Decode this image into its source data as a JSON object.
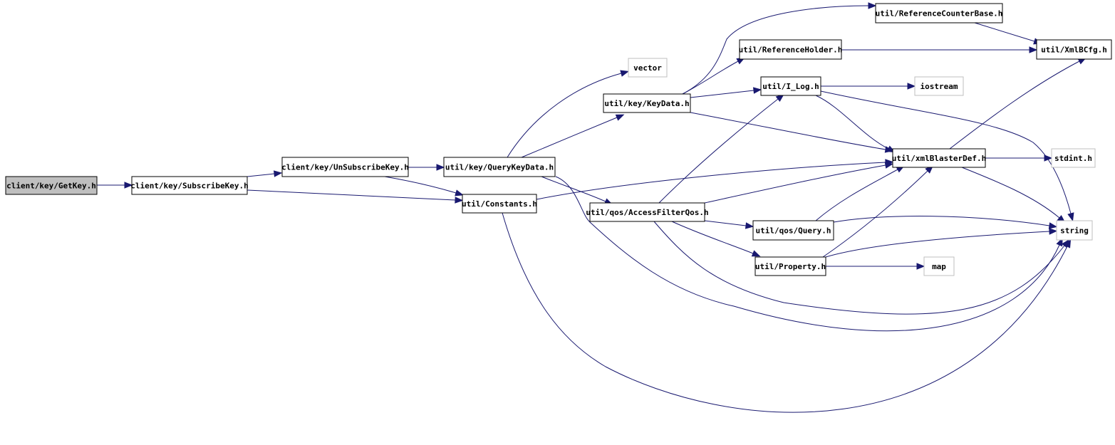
{
  "nodes": [
    {
      "id": "getkey",
      "label": "client/key/GetKey.h",
      "style": "root"
    },
    {
      "id": "subscribekey",
      "label": "client/key/SubscribeKey.h",
      "style": "local"
    },
    {
      "id": "unsubscribekey",
      "label": "client/key/UnSubscribeKey.h",
      "style": "local"
    },
    {
      "id": "querykeydata",
      "label": "util/key/QueryKeyData.h",
      "style": "local"
    },
    {
      "id": "constants",
      "label": "util/Constants.h",
      "style": "local"
    },
    {
      "id": "keydata",
      "label": "util/key/KeyData.h",
      "style": "local"
    },
    {
      "id": "vector",
      "label": "vector",
      "style": "external"
    },
    {
      "id": "accessfilterqos",
      "label": "util/qos/AccessFilterQos.h",
      "style": "local"
    },
    {
      "id": "refcounterbase",
      "label": "util/ReferenceCounterBase.h",
      "style": "local"
    },
    {
      "id": "refholder",
      "label": "util/ReferenceHolder.h",
      "style": "local"
    },
    {
      "id": "ilog",
      "label": "util/I_Log.h",
      "style": "local"
    },
    {
      "id": "query",
      "label": "util/qos/Query.h",
      "style": "local"
    },
    {
      "id": "property",
      "label": "util/Property.h",
      "style": "local"
    },
    {
      "id": "iostream",
      "label": "iostream",
      "style": "external"
    },
    {
      "id": "xmlblasterdef",
      "label": "util/xmlBlasterDef.h",
      "style": "local"
    },
    {
      "id": "map",
      "label": "map",
      "style": "external"
    },
    {
      "id": "xmlbcfg",
      "label": "util/XmlBCfg.h",
      "style": "local"
    },
    {
      "id": "stdint",
      "label": "stdint.h",
      "style": "external"
    },
    {
      "id": "string",
      "label": "string",
      "style": "external"
    }
  ],
  "edges": [
    {
      "from": "getkey",
      "to": "subscribekey"
    },
    {
      "from": "subscribekey",
      "to": "unsubscribekey"
    },
    {
      "from": "subscribekey",
      "to": "constants"
    },
    {
      "from": "unsubscribekey",
      "to": "querykeydata"
    },
    {
      "from": "unsubscribekey",
      "to": "constants"
    },
    {
      "from": "querykeydata",
      "to": "keydata"
    },
    {
      "from": "querykeydata",
      "to": "vector"
    },
    {
      "from": "querykeydata",
      "to": "accessfilterqos"
    },
    {
      "from": "querykeydata",
      "to": "string"
    },
    {
      "from": "constants",
      "to": "xmlblasterdef"
    },
    {
      "from": "constants",
      "to": "string"
    },
    {
      "from": "keydata",
      "to": "refcounterbase"
    },
    {
      "from": "keydata",
      "to": "refholder"
    },
    {
      "from": "keydata",
      "to": "ilog"
    },
    {
      "from": "keydata",
      "to": "xmlblasterdef"
    },
    {
      "from": "refcounterbase",
      "to": "xmlbcfg"
    },
    {
      "from": "refholder",
      "to": "xmlbcfg"
    },
    {
      "from": "accessfilterqos",
      "to": "ilog"
    },
    {
      "from": "accessfilterqos",
      "to": "xmlblasterdef"
    },
    {
      "from": "accessfilterqos",
      "to": "query"
    },
    {
      "from": "accessfilterqos",
      "to": "property"
    },
    {
      "from": "accessfilterqos",
      "to": "string"
    },
    {
      "from": "ilog",
      "to": "iostream"
    },
    {
      "from": "ilog",
      "to": "xmlblasterdef"
    },
    {
      "from": "ilog",
      "to": "string"
    },
    {
      "from": "query",
      "to": "xmlblasterdef"
    },
    {
      "from": "query",
      "to": "string"
    },
    {
      "from": "property",
      "to": "xmlblasterdef"
    },
    {
      "from": "property",
      "to": "map"
    },
    {
      "from": "property",
      "to": "string"
    },
    {
      "from": "xmlblasterdef",
      "to": "xmlbcfg"
    },
    {
      "from": "xmlblasterdef",
      "to": "stdint"
    },
    {
      "from": "xmlblasterdef",
      "to": "string"
    }
  ]
}
